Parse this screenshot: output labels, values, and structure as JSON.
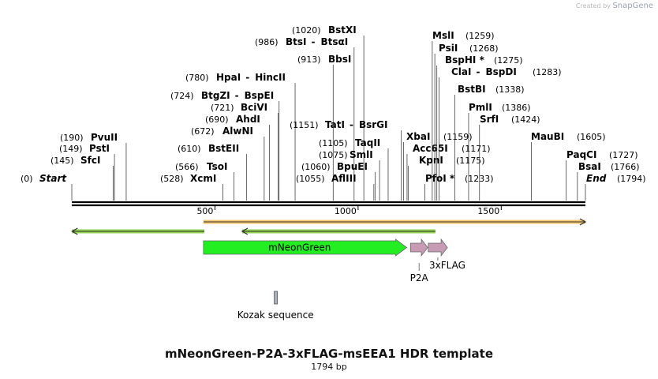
{
  "branding": {
    "created_by": "Created by",
    "product": "SnapGene"
  },
  "title": "mNeonGreen-P2A-3xFLAG-msEEA1 HDR template",
  "length_label": "1794 bp",
  "sequence_length": 1794,
  "ruler": {
    "ticks": [
      {
        "pos": 500,
        "label": "500"
      },
      {
        "pos": 1000,
        "label": "1000"
      },
      {
        "pos": 1500,
        "label": "1500"
      }
    ]
  },
  "sites": [
    {
      "name": "Start",
      "pos_label": "(0)",
      "pos": 0,
      "italic": true
    },
    {
      "name": "SfcI",
      "pos_label": "(145)",
      "pos": 145
    },
    {
      "name": "PstI",
      "pos_label": "(149)",
      "pos": 149
    },
    {
      "name": "PvuII",
      "pos_label": "(190)",
      "pos": 190
    },
    {
      "name": "XcmI",
      "pos_label": "(528)",
      "pos": 528
    },
    {
      "name": "TsoI",
      "pos_label": "(566)",
      "pos": 566
    },
    {
      "name": "BstEII",
      "pos_label": "(610)",
      "pos": 610
    },
    {
      "name": "AlwNI",
      "pos_label": "(672)",
      "pos": 672
    },
    {
      "name": "AhdI",
      "pos_label": "(690)",
      "pos": 690
    },
    {
      "name": "BciVI",
      "pos_label": "(721)",
      "pos": 721
    },
    {
      "name": "BtgZI",
      "name2": "BspEI",
      "pos_label": "(724)",
      "pos": 724
    },
    {
      "name": "HpaI",
      "name2": "HincII",
      "pos_label": "(780)",
      "pos": 780
    },
    {
      "name": "BbsI",
      "pos_label": "(913)",
      "pos": 913
    },
    {
      "name": "BtsI",
      "name2": "BtsαI",
      "pos_label": "(986)",
      "pos": 986
    },
    {
      "name": "BstXI",
      "pos_label": "(1020)",
      "pos": 1020
    },
    {
      "name": "TatI",
      "name2": "BsrGI",
      "pos_label": "(1151)",
      "pos": 1151
    },
    {
      "name": "TaqII",
      "pos_label": "(1105)",
      "pos": 1105
    },
    {
      "name": "SmlI",
      "pos_label": "(1075)",
      "pos": 1075
    },
    {
      "name": "BpuEI",
      "pos_label": "(1060)",
      "pos": 1060
    },
    {
      "name": "AflIII",
      "pos_label": "(1055)",
      "pos": 1055
    },
    {
      "name": "XbaI",
      "pos_label": "(1159)",
      "pos": 1159
    },
    {
      "name": "Acc65I",
      "pos_label": "(1171)",
      "pos": 1171
    },
    {
      "name": "KpnI",
      "pos_label": "(1175)",
      "pos": 1175
    },
    {
      "name": "PfoI *",
      "pos_label": "(1233)",
      "pos": 1233
    },
    {
      "name": "MslI",
      "pos_label": "(1259)",
      "pos": 1259
    },
    {
      "name": "PsiI",
      "pos_label": "(1268)",
      "pos": 1268
    },
    {
      "name": "BspHI *",
      "pos_label": "(1275)",
      "pos": 1275
    },
    {
      "name": "ClaI",
      "name2": "BspDI",
      "pos_label": "(1283)",
      "pos": 1283
    },
    {
      "name": "BstBI",
      "pos_label": "(1338)",
      "pos": 1338
    },
    {
      "name": "PmlI",
      "pos_label": "(1386)",
      "pos": 1386
    },
    {
      "name": "SrfI",
      "pos_label": "(1424)",
      "pos": 1424
    },
    {
      "name": "MauBI",
      "pos_label": "(1605)",
      "pos": 1605
    },
    {
      "name": "PaqCI",
      "pos_label": "(1727)",
      "pos": 1727
    },
    {
      "name": "BsaI",
      "pos_label": "(1766)",
      "pos": 1766
    },
    {
      "name": "End",
      "pos_label": "(1794)",
      "pos": 1794,
      "italic": true
    }
  ],
  "primers": [
    {
      "start": 1,
      "end": 463,
      "direction": "reverse",
      "color": "#8fd14f"
    },
    {
      "start": 595,
      "end": 1270,
      "direction": "reverse",
      "color": "#8fd14f"
    },
    {
      "start": 460,
      "end": 1794,
      "direction": "forward",
      "color": "#f2c46d"
    }
  ],
  "features": [
    {
      "name": "mNeonGreen",
      "start": 460,
      "end": 1170,
      "color": "#22ee22",
      "label_inside": true
    },
    {
      "name": "P2A",
      "start": 1183,
      "end": 1243,
      "color": "#c79bb4",
      "label_inside": false
    },
    {
      "name": "3xFLAG",
      "start": 1245,
      "end": 1312,
      "color": "#c79bb4",
      "label_inside": false
    }
  ],
  "misc_features": [
    {
      "name": "Kozak sequence",
      "start": 707,
      "end": 716,
      "color": "#a9b1bc"
    }
  ]
}
